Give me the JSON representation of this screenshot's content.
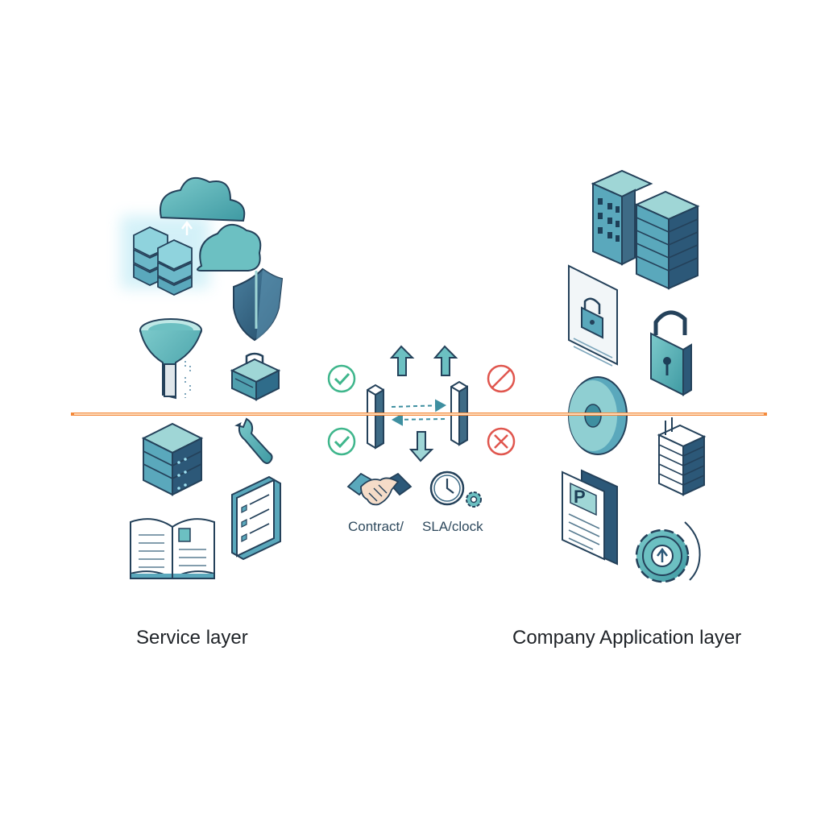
{
  "labels": {
    "service_layer": "Service layer",
    "company_layer": "Company Application layer",
    "contract": "Contract/",
    "sla": "SLA/clock",
    "p_letter": "P"
  },
  "colors": {
    "teal": "#5ab4b6",
    "teal_light": "#9fd6d6",
    "navy": "#2c5878",
    "slate": "#3e6b86",
    "green_check": "#3fb68c",
    "red_block": "#e0564e",
    "beam": "#f7a060",
    "outline": "#24415a"
  },
  "icons": {
    "service_side": [
      "cloud-server-icon",
      "shield-icon",
      "funnel-icon",
      "toolbox-icon",
      "server-rack-icon",
      "wrench-icon",
      "open-book-icon",
      "checklist-icon"
    ],
    "center": [
      "up-arrow-icon",
      "down-arrow-icon",
      "check-circle-icon",
      "block-circle-icon",
      "x-circle-icon",
      "pillar-icon",
      "handshake-icon",
      "clock-gear-icon"
    ],
    "company_side": [
      "office-buildings-icon",
      "locked-document-icon",
      "padlock-icon",
      "disc-icon",
      "stacked-sheets-icon",
      "p-document-icon",
      "upload-gear-icon"
    ]
  }
}
